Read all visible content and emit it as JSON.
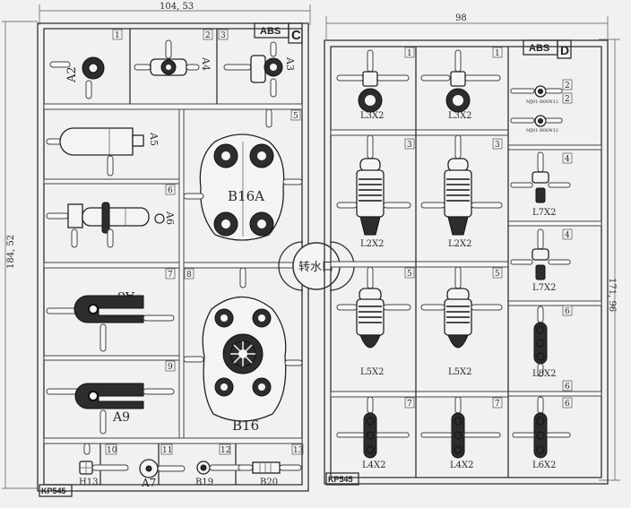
{
  "dimensions": {
    "left_width": "104, 53",
    "left_height": "184, 52",
    "right_width": "98",
    "right_height": "171, 96"
  },
  "center_label": "转水口",
  "sheet_c": {
    "material": "ABS",
    "letter": "C",
    "model": "KP545",
    "cell_numbers": [
      "1",
      "2",
      "3",
      "5",
      "6",
      "7",
      "8",
      "9",
      "10",
      "11",
      "12",
      "13"
    ],
    "part_labels": {
      "a2": "A2",
      "a4": "A4",
      "a3": "A3",
      "a5": "A5",
      "a6": "A6",
      "a8": "A8",
      "a9": "A9",
      "b16a": "B16A",
      "b16": "B16",
      "h13": "H13",
      "a7": "A7",
      "b19": "B19",
      "b20": "B20"
    }
  },
  "sheet_d": {
    "material": "ABS",
    "letter": "D",
    "model": "KP545",
    "cell_numbers": [
      "1",
      "1",
      "2",
      "2",
      "3",
      "3",
      "4",
      "4",
      "5",
      "5",
      "6",
      "6",
      "7",
      "7",
      "6"
    ],
    "part_labels": {
      "l3_left": "L3X2",
      "l3_right": "L3X2",
      "small_1": "MJ01-B00N12",
      "small_2": "MJ01-B00N12",
      "l2_left": "L2X2",
      "l2_right": "L2X2",
      "l7_top": "L7X2",
      "l7_bottom": "L7X2",
      "l5_left": "L5X2",
      "l5_right": "L5X2",
      "l8": "L8X2",
      "l4_left": "L4X2",
      "l4_mid": "L4X2",
      "l6": "L6X2"
    }
  }
}
